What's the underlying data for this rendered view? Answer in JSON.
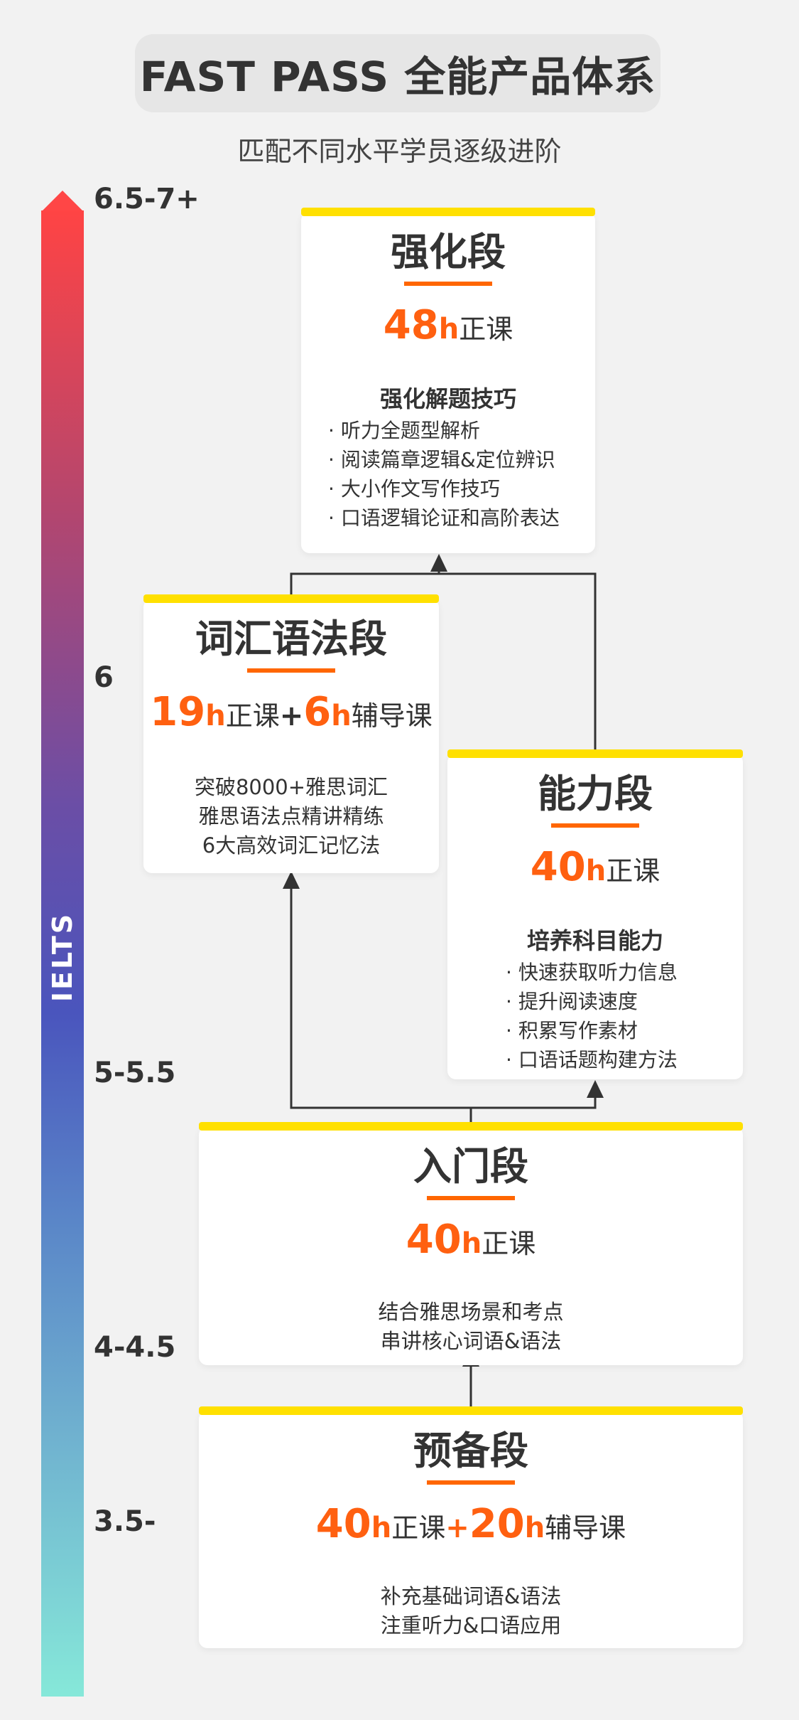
{
  "header": {
    "title": "FAST PASS 全能产品体系",
    "subtitle": "匹配不同水平学员逐级进阶"
  },
  "gauge": {
    "label": "IELTS",
    "levels": [
      "6.5-7+",
      "6",
      "5-5.5",
      "4-4.5",
      "3.5-"
    ],
    "colors": {
      "top": "#ff4444",
      "middle": "#4a55bd",
      "bottom": "#86e8d9"
    }
  },
  "accent_colors": {
    "highlight": "#ff6010",
    "bar": "#ffe000"
  },
  "stages": {
    "strengthen": {
      "title": "强化段",
      "hours": "48",
      "unit": "h",
      "kind": "正课",
      "skill_title": "强化解题技巧",
      "items": [
        "听力全题型解析",
        "阅读篇章逻辑&定位辨识",
        "大小作文写作技巧",
        "口语逻辑论证和高阶表达"
      ]
    },
    "vocab_grammar": {
      "title": "词汇语法段",
      "hours1": "19",
      "unit1": "h",
      "kind1": "正课",
      "plus": "+",
      "hours2": "6",
      "unit2": "h",
      "kind2": "辅导课",
      "lines": [
        "突破8000+雅思词汇",
        "雅思语法点精讲精练",
        "6大高效词汇记忆法"
      ]
    },
    "ability": {
      "title": "能力段",
      "hours": "40",
      "unit": "h",
      "kind": "正课",
      "skill_title": "培养科目能力",
      "items": [
        "快速获取听力信息",
        "提升阅读速度",
        "积累写作素材",
        "口语话题构建方法"
      ]
    },
    "intro": {
      "title": "入门段",
      "hours": "40",
      "unit": "h",
      "kind": "正课",
      "lines": [
        "结合雅思场景和考点",
        "串讲核心词语&语法"
      ]
    },
    "prep": {
      "title": "预备段",
      "hours1": "40",
      "unit1": "h",
      "kind1": "正课",
      "plus": "+",
      "hours2": "20",
      "unit2": "h",
      "kind2": "辅导课",
      "lines": [
        "补充基础词语&语法",
        "注重听力&口语应用"
      ]
    }
  }
}
